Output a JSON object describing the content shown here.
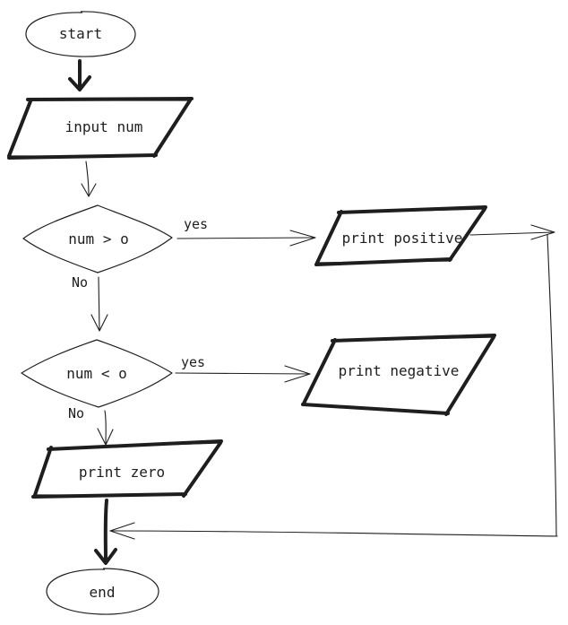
{
  "nodes": {
    "start": "start",
    "input": "input num",
    "check_positive": "num > o",
    "check_negative": "num < o",
    "print_positive": "print positive",
    "print_negative": "print negative",
    "print_zero": "print zero",
    "end": "end"
  },
  "edges": {
    "positive_yes": "yes",
    "positive_no": "No",
    "negative_yes": "yes",
    "negative_no": "No"
  },
  "colors": {
    "stroke": "#1e1e1e",
    "background": "#ffffff"
  }
}
